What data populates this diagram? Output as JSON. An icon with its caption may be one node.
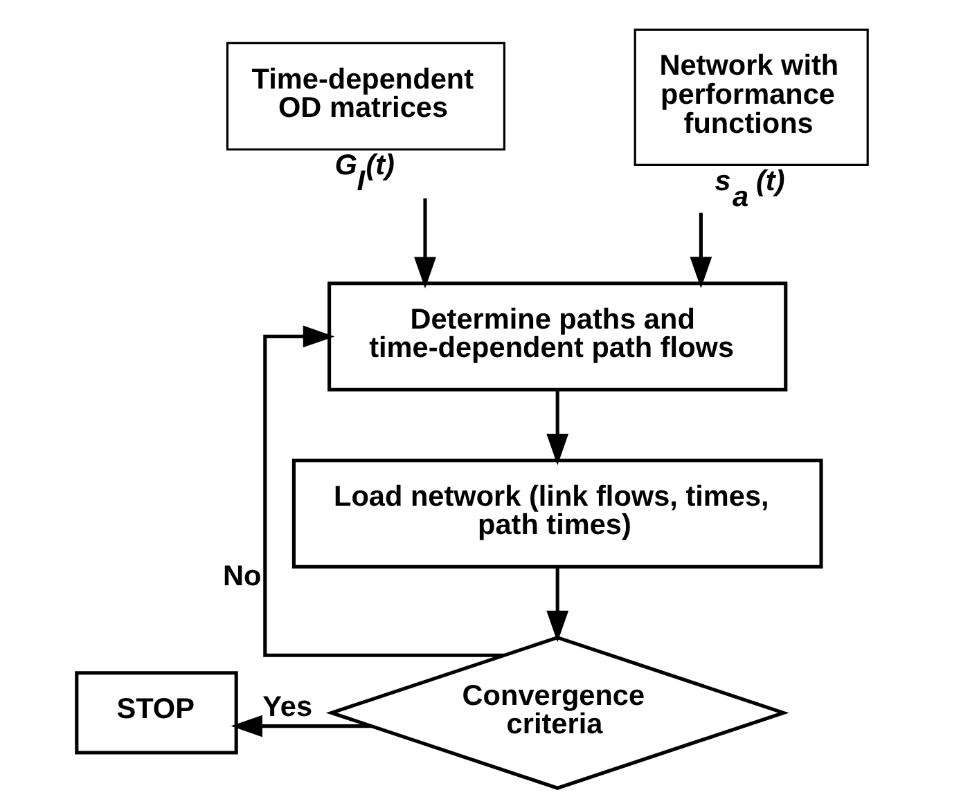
{
  "diagram": {
    "nodes": [
      {
        "text": [
          "Time-dependent OD matrices"
        ],
        "beside": [
          "G$_{I}$(t)"
        ]
      },
      {
        "text": [
          "Network with performance functions"
        ],
        "beside": [
          "s$_{a}$ (t)"
        ]
      },
      {
        "text": [
          "Determine paths and time-dependent path flows"
        ]
      },
      {
        "text": [
          "Load network (link flows, times, path times)"
        ]
      },
      {
        "text": [
          "Convergence criteria"
        ]
      },
      {
        "text": [
          "STOP"
        ]
      }
    ],
    "edges": [
      {
        "from": 0,
        "to": 2,
        "arrow": "to"
      },
      {
        "from": 1,
        "to": 2,
        "arrow": "to"
      },
      {
        "from": 2,
        "to": 3,
        "arrow": "to"
      },
      {
        "from": 3,
        "to": 4,
        "arrow": "to"
      },
      {
        "from": 4,
        "to": 5,
        "arrow": "to",
        "label": "Yes"
      },
      {
        "from": 4,
        "to": 2,
        "arrow": "to",
        "label": "No"
      }
    ]
  }
}
